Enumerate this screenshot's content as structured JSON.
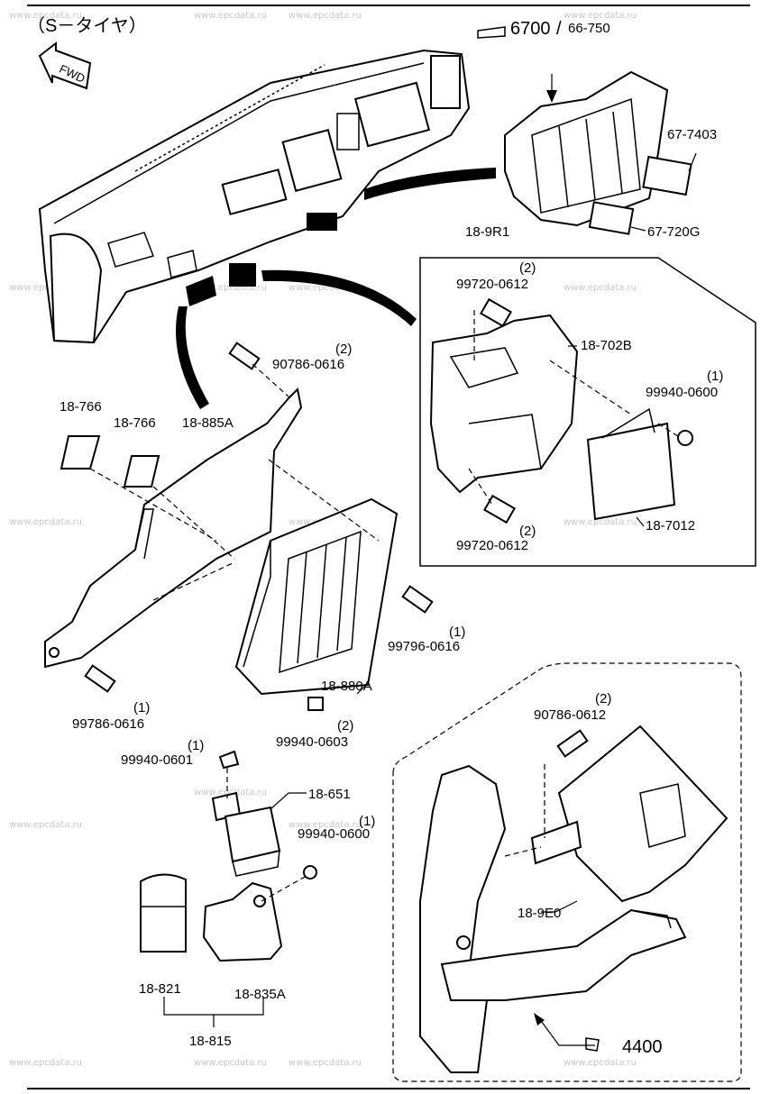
{
  "header": {
    "title": "（S－タイヤ）",
    "fwd": "FWD"
  },
  "refs": {
    "top": {
      "main": "6700",
      "sep": "/",
      "sub": "66-750"
    },
    "bottom": {
      "main": "4400"
    }
  },
  "labels": {
    "p67_7403": "67-7403",
    "p67_720G": "67-720G",
    "p18_9R1": "18-9R1",
    "p99720_top_qty": "(2)",
    "p99720_top": "99720-0612",
    "p18_702B": "18-702B",
    "p99940_0600_qty": "(1)",
    "p99940_0600": "99940-0600",
    "p18_7012": "18-7012",
    "p99720_bot_qty": "(2)",
    "p99720_bot": "99720-0612",
    "p90786_0616_qty": "(2)",
    "p90786_0616": "90786-0616",
    "p18_766_a": "18-766",
    "p18_766_b": "18-766",
    "p18_885A": "18-885A",
    "p99796_0616_qty": "(1)",
    "p99796_0616": "99796-0616",
    "p18_880A": "18-880A",
    "p99786_0616_qty": "(1)",
    "p99786_0616": "99786-0616",
    "p99940_0603_qty": "(2)",
    "p99940_0603": "99940-0603",
    "p99940_0601_qty": "(1)",
    "p99940_0601": "99940-0601",
    "p18_651": "18-651",
    "p99940_0600b_qty": "(1)",
    "p99940_0600b": "99940-0600",
    "p18_821": "18-821",
    "p18_835A": "18-835A",
    "p18_815": "18-815",
    "p90786_0612_qty": "(2)",
    "p90786_0612": "90786-0612",
    "p18_9E0": "18-9E0"
  },
  "watermark": "www.epcdata.ru"
}
